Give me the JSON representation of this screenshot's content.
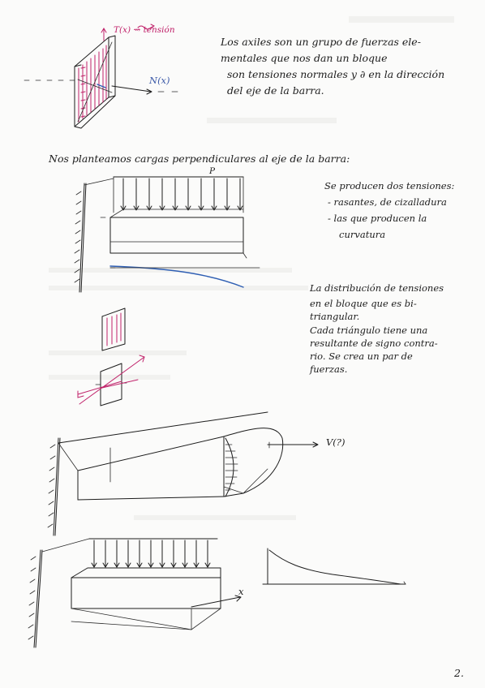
{
  "labels": {
    "tension_shear": "T(x) ⇝ tensión",
    "normal_force": "N(x)",
    "v_axis": "V(?)",
    "x_axis": "x",
    "load_p": "P",
    "page_number": "2."
  },
  "paragraph_axiles": [
    "Los axiles son un grupo de fuerzas ele-",
    "mentales que nos dan un bloque",
    "son tensiones normales y ∂ en la dirección",
    "del eje de la barra."
  ],
  "heading_cargas": "Nos planteamos cargas perpendiculares al eje de la barra:",
  "list_tensiones": {
    "intro": "Se producen dos tensiones:",
    "items": [
      "- rasantes, de cizalladura",
      "- las que producen la",
      "curvatura"
    ]
  },
  "paragraph_distribucion": [
    "La distribución de tensiones",
    "en el bloque que es bi-",
    "triangular.",
    "Cada triángulo tiene una",
    "resultante de signo contra-",
    "rio. Se crea un par de",
    "fuerzas."
  ],
  "colors": {
    "ink": "#1c1c1c",
    "accent_pink": "#c0226a",
    "accent_blue": "#2f5fb3",
    "paper": "#fbfbfa"
  }
}
